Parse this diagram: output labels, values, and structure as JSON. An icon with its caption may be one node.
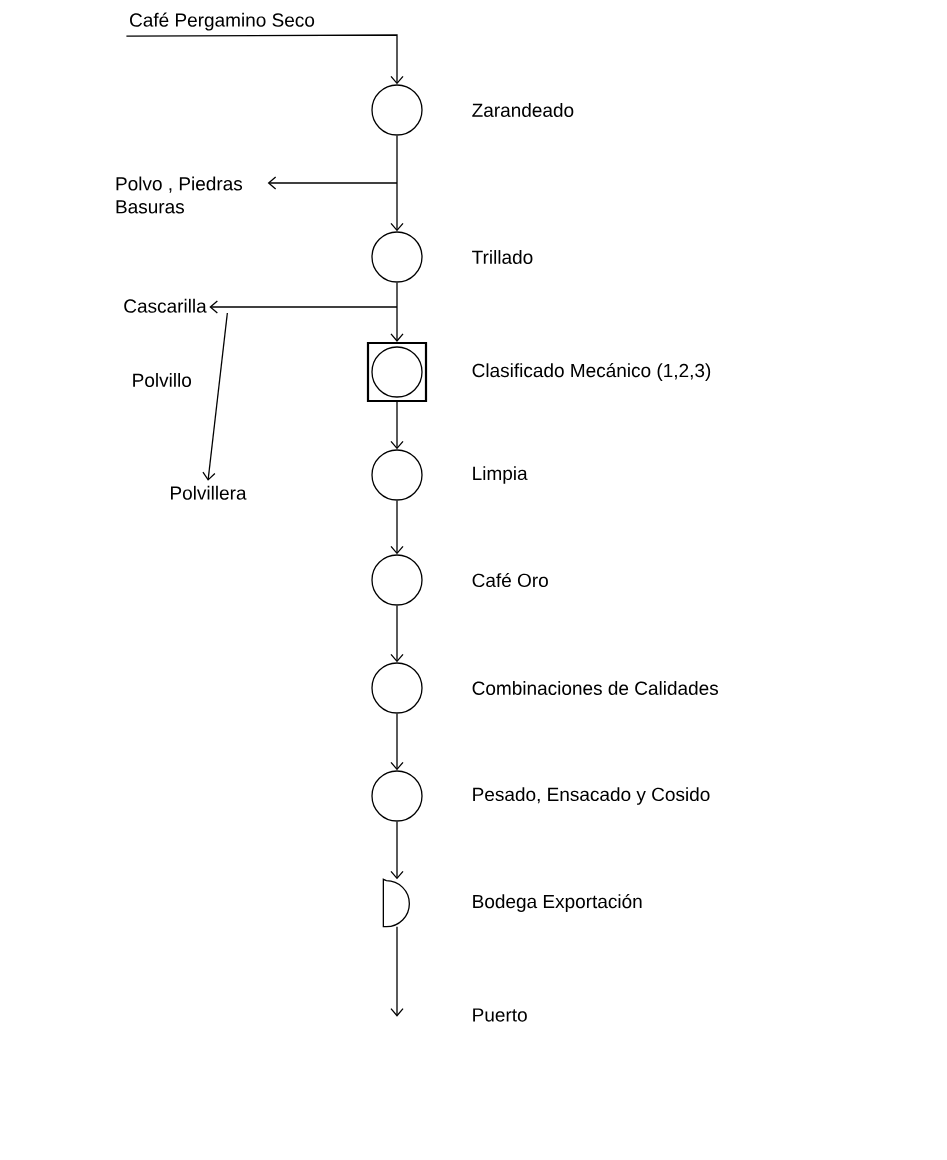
{
  "diagram": {
    "nodes": [
      {
        "text": [
          "Café Pergamino Seco"
        ]
      },
      {
        "text": [],
        "shape": "circle",
        "beside": [
          "Zarandeado"
        ]
      },
      {
        "text": [
          "Polvo , Piedras Basuras"
        ]
      },
      {
        "text": [],
        "shape": "circle",
        "beside": [
          "Trillado"
        ]
      },
      {
        "text": [
          "Cascarilla"
        ]
      },
      {
        "text": [
          "Polvillera"
        ]
      },
      {
        "text": [],
        "shape": "box",
        "beside": [
          "Clasificado Mecánico (1,2,3)"
        ]
      },
      {
        "text": [],
        "shape": "circle",
        "beside": [
          "Limpia"
        ]
      },
      {
        "text": [],
        "shape": "circle",
        "beside": [
          "Café Oro"
        ]
      },
      {
        "text": [],
        "shape": "circle",
        "beside": [
          "Combinaciones de Calidades"
        ]
      },
      {
        "text": [],
        "shape": "circle",
        "beside": [
          "Pesado, Ensacado y Cosido"
        ]
      },
      {
        "text": [],
        "shape": "semicircle",
        "beside": [
          "Bodega Exportación"
        ]
      }
    ],
    "edges": [
      {
        "from": 0,
        "to": 1,
        "arrow": "to"
      },
      {
        "from": 1,
        "to": 2,
        "arrow": "to"
      },
      {
        "from": 1,
        "to": 3,
        "arrow": "to"
      },
      {
        "from": 3,
        "to": 4,
        "arrow": "to"
      },
      {
        "from": 4,
        "to": 5,
        "arrow": "to",
        "label": "Polvillo"
      },
      {
        "from": 3,
        "to": 6,
        "arrow": "to"
      },
      {
        "from": 6,
        "to": 7,
        "arrow": "to"
      },
      {
        "from": 7,
        "to": 8,
        "arrow": "to"
      },
      {
        "from": 8,
        "to": 9,
        "arrow": "to"
      },
      {
        "from": 9,
        "to": 10,
        "arrow": "to"
      },
      {
        "from": 10,
        "to": 11,
        "arrow": "to"
      },
      {
        "from": 11,
        "to": null,
        "arrow": "to",
        "label": "Puerto"
      }
    ]
  }
}
